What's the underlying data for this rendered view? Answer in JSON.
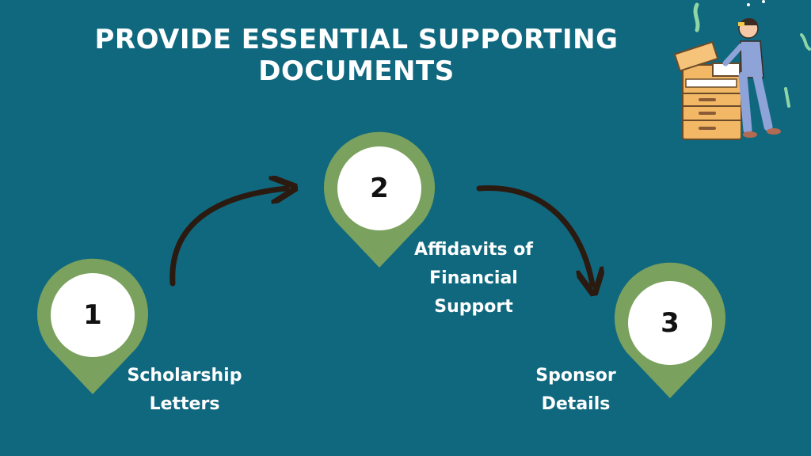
{
  "title": {
    "line1": "PROVIDE ESSENTIAL SUPPORTING",
    "line2": "DOCUMENTS"
  },
  "colors": {
    "background": "#10687F",
    "pin": "#7AA15E",
    "arrow": "#2B1A10",
    "text": "#FFFFFF"
  },
  "steps": [
    {
      "number": "1",
      "line1": "Scholarship",
      "line2": "Letters"
    },
    {
      "number": "2",
      "line1": "Affidavits of",
      "line2": "Financial",
      "line3": "Support"
    },
    {
      "number": "3",
      "line1": "Sponsor",
      "line2": "Details"
    }
  ],
  "illustration": {
    "icon": "person-at-photocopier-illustration"
  }
}
